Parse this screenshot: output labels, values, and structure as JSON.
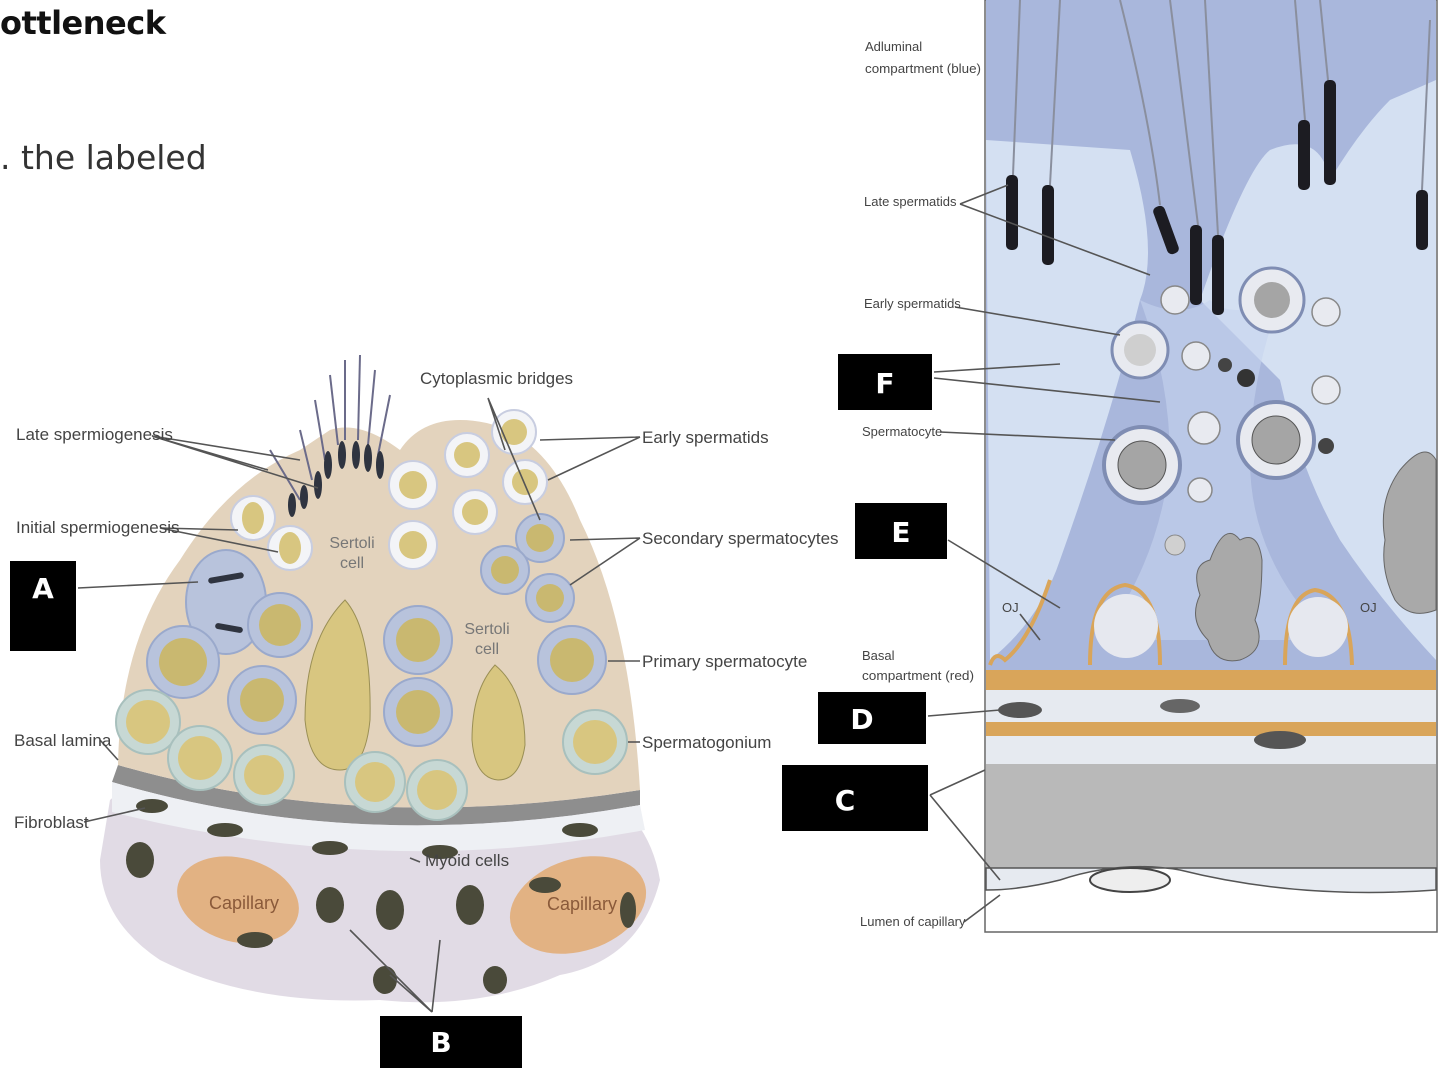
{
  "slide": {
    "heading": "ottleneck",
    "subtext": ". the labeled"
  },
  "left_diagram": {
    "labels": {
      "late_spermiogenesis": "Late spermiogenesis",
      "initial_spermiogenesis": "Initial spermiogenesis",
      "basal_lamina": "Basal lamina",
      "fibroblast": "Fibroblast",
      "cytoplasmic_bridges": "Cytoplasmic bridges",
      "early_spermatids": "Early spermatids",
      "secondary_spermatocytes": "Secondary spermatocytes",
      "primary_spermatocyte": "Primary spermatocyte",
      "spermatogonium": "Spermatogonium",
      "myoid_cells": "Myoid cells",
      "sertoli_cell": "Sertoli cell",
      "capillary": "Capillary"
    },
    "boxes": {
      "a": "A",
      "b": "B"
    }
  },
  "right_diagram": {
    "labels": {
      "adluminal": "Adluminal compartment (blue)",
      "late_spermatids": "Late spermatids",
      "early_spermatids": "Early spermatids",
      "spermatocyte": "Spermatocyte",
      "basal": "Basal compartment (red)",
      "lumen": "Lumen of capillary",
      "oj": "OJ"
    },
    "boxes": {
      "f": "F",
      "e": "E",
      "d": "D",
      "c": "C"
    }
  },
  "colors": {
    "sertoli": "#e3d3bd",
    "nucleus": "#d8c680",
    "spermatocyte_ring": "#aab8d6",
    "spermatogonium_ring": "#c4d6d6",
    "capillary": "#e2b283",
    "adluminal_bg": "#a9b7dc",
    "basal_orange": "#d9a55a",
    "lumen_grey": "#b9b9b9",
    "label_box": "#000000"
  }
}
